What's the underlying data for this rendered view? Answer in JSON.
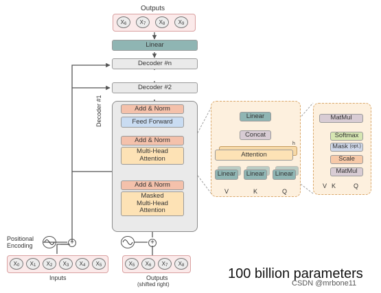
{
  "top": {
    "outputs_label": "Outputs",
    "output_tokens": [
      {
        "b": "X",
        "s": "6"
      },
      {
        "b": "X",
        "s": "7"
      },
      {
        "b": "X",
        "s": "8"
      },
      {
        "b": "X",
        "s": "9"
      }
    ],
    "linear": "Linear",
    "decoder_n": "Decoder #n",
    "decoder_2": "Decoder #2"
  },
  "decoder1": {
    "title": "Decoder #1",
    "add_norm": "Add & Norm",
    "feed_forward": "Feed Forward",
    "mha": "Multi-Head\nAttention",
    "masked_mha": "Masked\nMulti-Head\nAttention"
  },
  "multihead": {
    "linear_top": "Linear",
    "concat": "Concat",
    "attention": "Attention",
    "h": "h",
    "linears": [
      "Linear",
      "Linear",
      "Linear"
    ],
    "inputs": [
      "V",
      "K",
      "Q"
    ]
  },
  "scaled": {
    "matmul_top": "MatMul",
    "softmax": "Softmax",
    "mask": "Mask",
    "mask_opt": "(opt.)",
    "scale": "Scale",
    "matmul_bottom": "MatMul",
    "inputs": [
      "V",
      "K",
      "Q"
    ]
  },
  "bottom": {
    "positional_encoding": "Positional\nEncoding",
    "input_tokens": [
      {
        "b": "X",
        "s": "0"
      },
      {
        "b": "X",
        "s": "1"
      },
      {
        "b": "X",
        "s": "2"
      },
      {
        "b": "X",
        "s": "3"
      },
      {
        "b": "X",
        "s": "4"
      },
      {
        "b": "X",
        "s": "5"
      }
    ],
    "inputs_label": "Inputs",
    "shifted_tokens": [
      {
        "b": "X",
        "s": "5"
      },
      {
        "b": "X",
        "s": "6"
      },
      {
        "b": "X",
        "s": "7"
      },
      {
        "b": "X",
        "s": "8"
      }
    ],
    "outputs_label": "Outputs",
    "shifted_label": "(shifted right)"
  },
  "caption": "100 billion parameters",
  "watermark": "CSDN @mrbone11",
  "colors": {
    "linear": "#8fb5b3",
    "add_norm": "#f4c1ab",
    "feed_forward": "#c9dcf2",
    "attention": "#fde2b5",
    "decoder_bg": "#eaeaea",
    "panel_bg": "#fdf0de",
    "panel_border": "#d9a76a",
    "concat": "#d8ccd4",
    "softmax": "#d6e6b2",
    "mask": "#cfd8ea",
    "scale": "#f7c9a8",
    "matmul": "#d8ccd4",
    "wire": "#555555"
  }
}
